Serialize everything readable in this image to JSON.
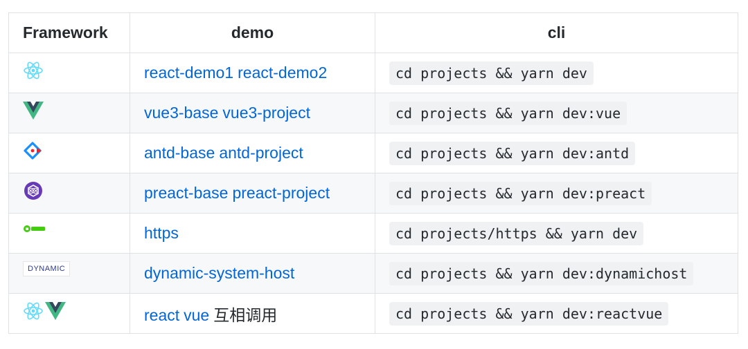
{
  "table": {
    "headers": [
      "Framework",
      "demo",
      "cli"
    ],
    "rows": [
      {
        "icons": [
          "react-icon"
        ],
        "links": [
          "react-demo1",
          "react-demo2"
        ],
        "suffix": "",
        "cli": "cd projects && yarn dev"
      },
      {
        "icons": [
          "vue-icon"
        ],
        "links": [
          "vue3-base",
          "vue3-project"
        ],
        "suffix": "",
        "cli": "cd projects && yarn dev:vue"
      },
      {
        "icons": [
          "antd-icon"
        ],
        "links": [
          "antd-base",
          "antd-project"
        ],
        "suffix": "",
        "cli": "cd projects && yarn dev:antd"
      },
      {
        "icons": [
          "preact-icon"
        ],
        "links": [
          "preact-base",
          "preact-project"
        ],
        "suffix": "",
        "cli": "cd projects && yarn dev:preact"
      },
      {
        "icons": [
          "https-badge-icon"
        ],
        "links": [
          "https"
        ],
        "suffix": "",
        "cli": "cd projects/https && yarn dev"
      },
      {
        "icons": [
          "dynamic-logo-icon"
        ],
        "icon_text": "DYNAMIC",
        "links": [
          "dynamic-system-host"
        ],
        "suffix": "",
        "cli": "cd projects && yarn dev:dynamichost"
      },
      {
        "icons": [
          "react-icon",
          "vue-icon"
        ],
        "links": [
          "react",
          "vue"
        ],
        "suffix": "互相调用",
        "cli": "cd projects && yarn dev:reactvue"
      }
    ]
  },
  "colors": {
    "link": "#0366d6",
    "border": "#dfe2e5",
    "stripe": "#f6f8fa",
    "code_bg": "#eff1f3",
    "react": "#61dafb",
    "vue_green": "#41b883",
    "vue_dark": "#35495e",
    "antd_blue": "#1890ff",
    "antd_red": "#f5222d",
    "preact": "#673ab8",
    "https_green": "#4c1"
  }
}
